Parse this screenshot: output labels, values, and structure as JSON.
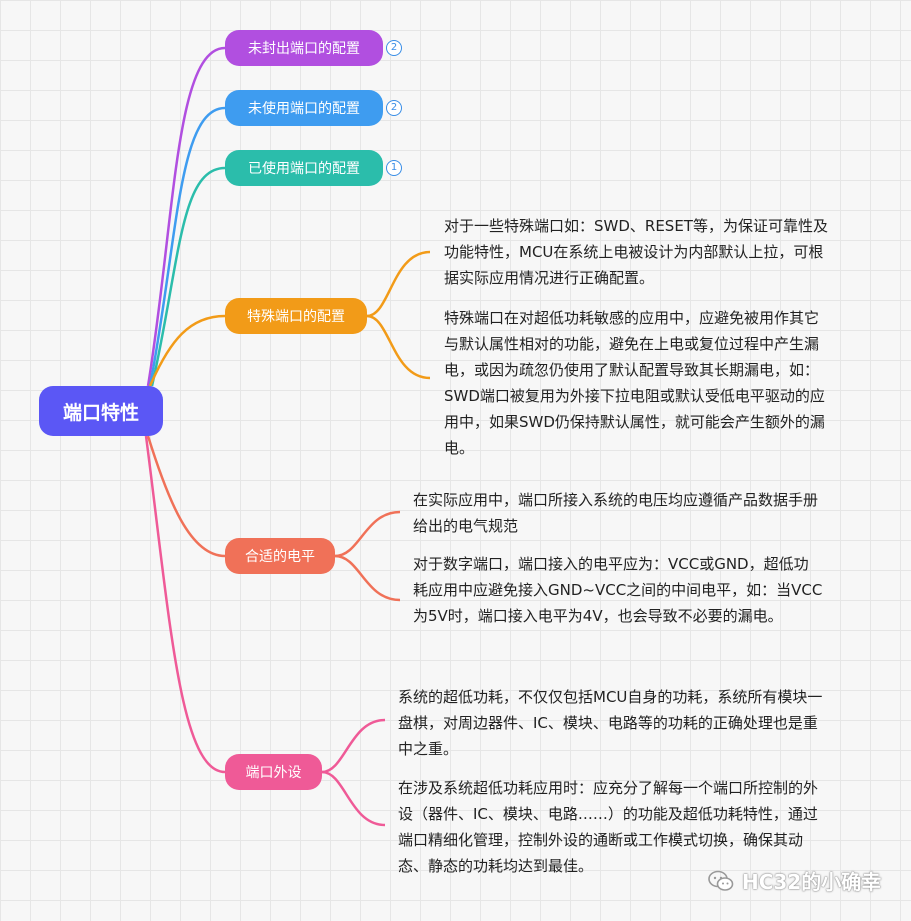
{
  "root": {
    "label": "端口特性",
    "color": "#5b57f5"
  },
  "branches": [
    {
      "id": "unsealed",
      "label": "未封出端口的配置",
      "color": "#b14fe0",
      "badge": "2"
    },
    {
      "id": "unused",
      "label": "未使用端口的配置",
      "color": "#3e9cf0",
      "badge": "2"
    },
    {
      "id": "used",
      "label": "已使用端口的配置",
      "color": "#2bbdab",
      "badge": "1"
    },
    {
      "id": "special",
      "label": "特殊端口的配置",
      "color": "#f29b18",
      "paragraphs": [
        "对于一些特殊端口如：SWD、RESET等，为保证可靠性及功能特性，MCU在系统上电被设计为内部默认上拉，可根据实际应用情况进行正确配置。",
        "特殊端口在对超低功耗敏感的应用中，应避免被用作其它与默认属性相对的功能，避免在上电或复位过程中产生漏电，或因为疏忽仍使用了默认配置导致其长期漏电，如：SWD端口被复用为外接下拉电阻或默认受低电平驱动的应用中，如果SWD仍保持默认属性，就可能会产生额外的漏电。"
      ]
    },
    {
      "id": "level",
      "label": "合适的电平",
      "color": "#f07158",
      "paragraphs": [
        "在实际应用中，端口所接入系统的电压均应遵循产品数据手册给出的电气规范",
        "对于数字端口，端口接入的电平应为：VCC或GND，超低功耗应用中应避免接入GND~VCC之间的中间电平，如：当VCC为5V时，端口接入电平为4V，也会导致不必要的漏电。"
      ]
    },
    {
      "id": "peripheral",
      "label": "端口外设",
      "color": "#ef5a97",
      "paragraphs": [
        "系统的超低功耗，不仅仅包括MCU自身的功耗，系统所有模块一盘棋，对周边器件、IC、模块、电路等的功耗的正确处理也是重中之重。",
        "在涉及系统超低功耗应用时：应充分了解每一个端口所控制的外设（器件、IC、模块、电路……）的功能及超低功耗特性，通过端口精细化管理，控制外设的通断或工作模式切换，确保其动态、静态的功耗均达到最佳。"
      ]
    }
  ],
  "watermark": {
    "text": "HC32的小确幸",
    "icon": "wechat-icon"
  }
}
